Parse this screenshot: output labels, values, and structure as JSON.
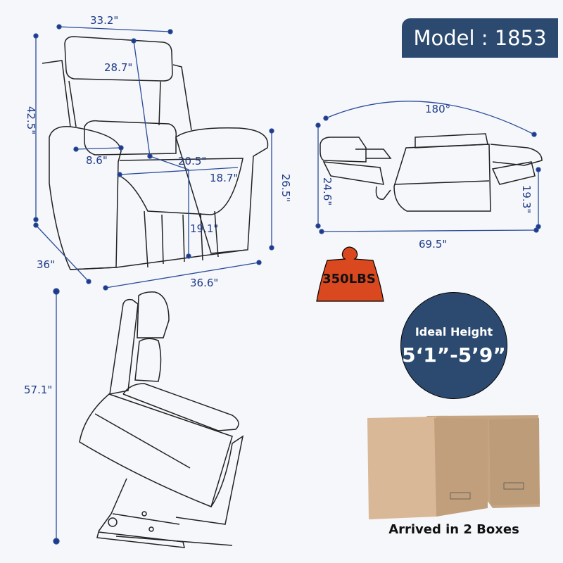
{
  "model": {
    "label": "Model : 1853"
  },
  "front_view": {
    "dimensions": {
      "overall_width": "33.2\"",
      "back_height": "28.7\"",
      "overall_height": "42.5\"",
      "arm_width": "8.6\"",
      "seat_width": "20.5\"",
      "seat_depth": "18.7\"",
      "arm_height": "26.5\"",
      "seat_height": "19.1\"",
      "depth": "36\"",
      "base_width": "36.6\""
    }
  },
  "recline_view": {
    "angle": "180°",
    "back_height": "24.6\"",
    "footrest_height": "19.3\"",
    "total_length": "69.5\""
  },
  "lift_view": {
    "lift_height": "57.1\""
  },
  "capacity": {
    "label": "350LBS",
    "color": "#d9481f"
  },
  "ideal_height": {
    "title": "Ideal Height",
    "value": "5‘1”-5’9”",
    "color": "#2c4a70"
  },
  "shipping": {
    "caption": "Arrived in 2 Boxes"
  },
  "colors": {
    "dimension_line": "#1f3a8a",
    "background": "#f5f7fa",
    "badge": "#2c4a70",
    "box": "#cfae8c"
  }
}
